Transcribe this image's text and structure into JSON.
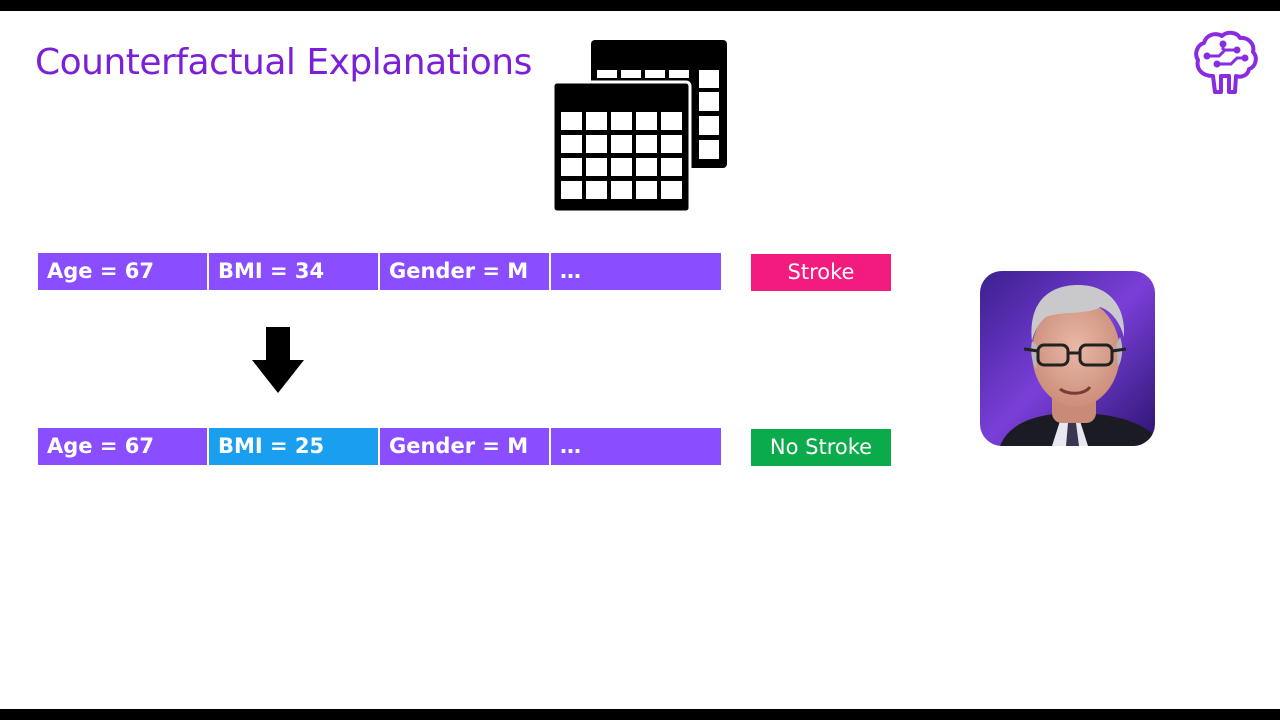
{
  "slide": {
    "title": "Counterfactual Explanations",
    "accent_color": "#7b1fd9"
  },
  "original": {
    "features": [
      "Age = 67",
      "BMI = 34",
      "Gender = M",
      "…"
    ],
    "outcome": "Stroke",
    "outcome_color": "#f41b7f"
  },
  "counterfactual": {
    "features": [
      "Age = 67",
      "BMI = 25",
      "Gender = M",
      "…"
    ],
    "changed_feature": "BMI = 25",
    "outcome": "No Stroke",
    "outcome_color": "#0bab4b"
  },
  "colors": {
    "feature_cell": "#8a4dff",
    "changed_cell": "#1a9ff0"
  },
  "icons": [
    "table-stack-icon",
    "brain-circuit-icon",
    "down-arrow-icon"
  ]
}
